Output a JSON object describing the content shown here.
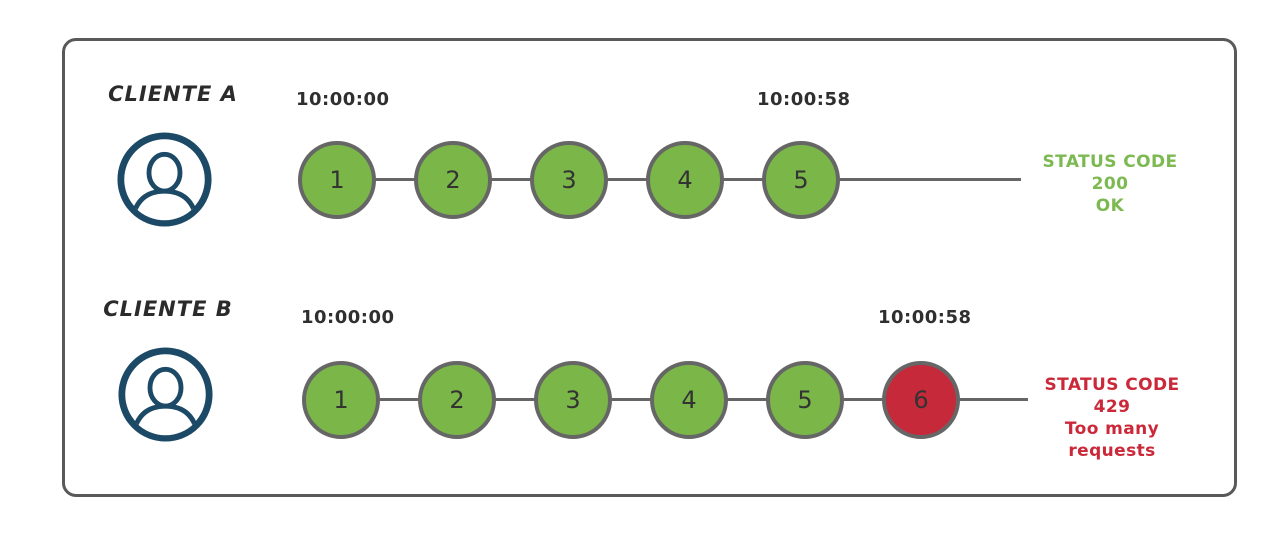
{
  "diagram": {
    "title_semantic": "rate-limiting-clients-diagram",
    "colors": {
      "ok": "#7ab648",
      "blocked": "#c5293a",
      "stroke": "#666666",
      "icon": "#1c4966",
      "status_ok": "#7cb950",
      "status_err": "#cb2939"
    },
    "rows": [
      {
        "client_label": "CLIENTE A",
        "avatar_icon": "person-icon",
        "start_time": "10:00:00",
        "end_time": "10:00:58",
        "requests": [
          {
            "label": "1",
            "state": "ok"
          },
          {
            "label": "2",
            "state": "ok"
          },
          {
            "label": "3",
            "state": "ok"
          },
          {
            "label": "4",
            "state": "ok"
          },
          {
            "label": "5",
            "state": "ok"
          }
        ],
        "status_title": "STATUS CODE 200",
        "status_subtitle": "OK"
      },
      {
        "client_label": "CLIENTE B",
        "avatar_icon": "person-icon",
        "start_time": "10:00:00",
        "end_time": "10:00:58",
        "requests": [
          {
            "label": "1",
            "state": "ok"
          },
          {
            "label": "2",
            "state": "ok"
          },
          {
            "label": "3",
            "state": "ok"
          },
          {
            "label": "4",
            "state": "ok"
          },
          {
            "label": "5",
            "state": "ok"
          },
          {
            "label": "6",
            "state": "blocked"
          }
        ],
        "status_title": "STATUS CODE 429",
        "status_subtitle": "Too many requests"
      }
    ]
  }
}
